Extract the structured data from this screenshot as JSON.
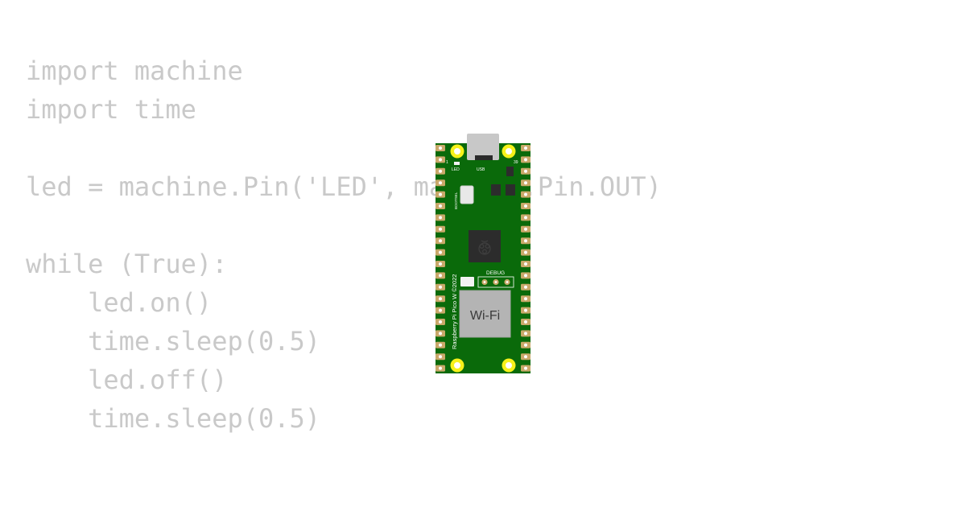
{
  "code": {
    "lines": [
      "import machine",
      "import time",
      "",
      "led = machine.Pin('LED', machine.Pin.OUT)",
      "",
      "while (True):",
      "    led.on()",
      "    time.sleep(0.5)",
      "    led.off()",
      "    time.sleep(0.5)"
    ]
  },
  "board": {
    "silkscreen": {
      "pin1": "1",
      "pin39": "39",
      "led": "LED",
      "usb": "USB",
      "bootsel": "BOOTSEL",
      "debug": "DEBUG",
      "model": "Raspberry Pi Pico W ©2022",
      "wifi": "Wi-Fi"
    },
    "colors": {
      "pcb": "#0a6a0a",
      "mounting_hole": "#f7f21a",
      "usb_connector": "#c8c8c8",
      "wifi_module": "#b4b4b4",
      "chip": "#2c2c2c"
    }
  }
}
